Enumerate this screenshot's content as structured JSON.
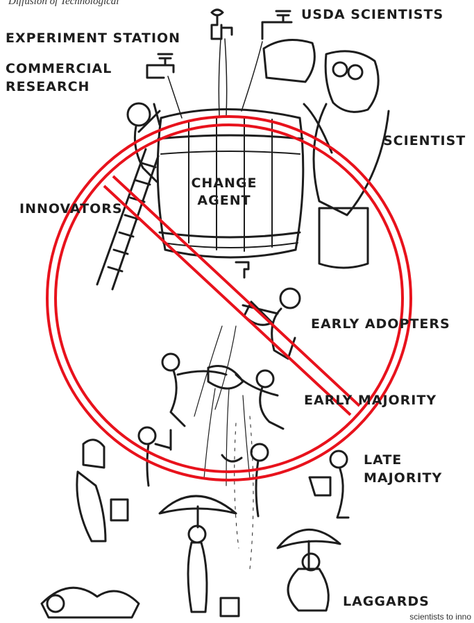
{
  "header": {
    "caption": "Diffusion of Technological"
  },
  "labels": {
    "usda_scientists": "USDA SCIENTISTS",
    "experiment_station": "EXPERIMENT STATION",
    "commercial": "COMMERCIAL",
    "research": "RESEARCH",
    "scientist": "SCIENTIST",
    "change": "CHANGE",
    "agent": "AGENT",
    "innovators": "INNOVATORS",
    "early_adopters": "EARLY ADOPTERS",
    "early_majority": "EARLY MAJORITY",
    "late": "LATE",
    "majority": "MAJORITY",
    "laggards": "LAGGARDS"
  },
  "footer": {
    "text": "scientists to inno"
  },
  "colors": {
    "ink": "#1d1d1d",
    "prohibition_red": "#e8121c",
    "background": "#ffffff"
  }
}
